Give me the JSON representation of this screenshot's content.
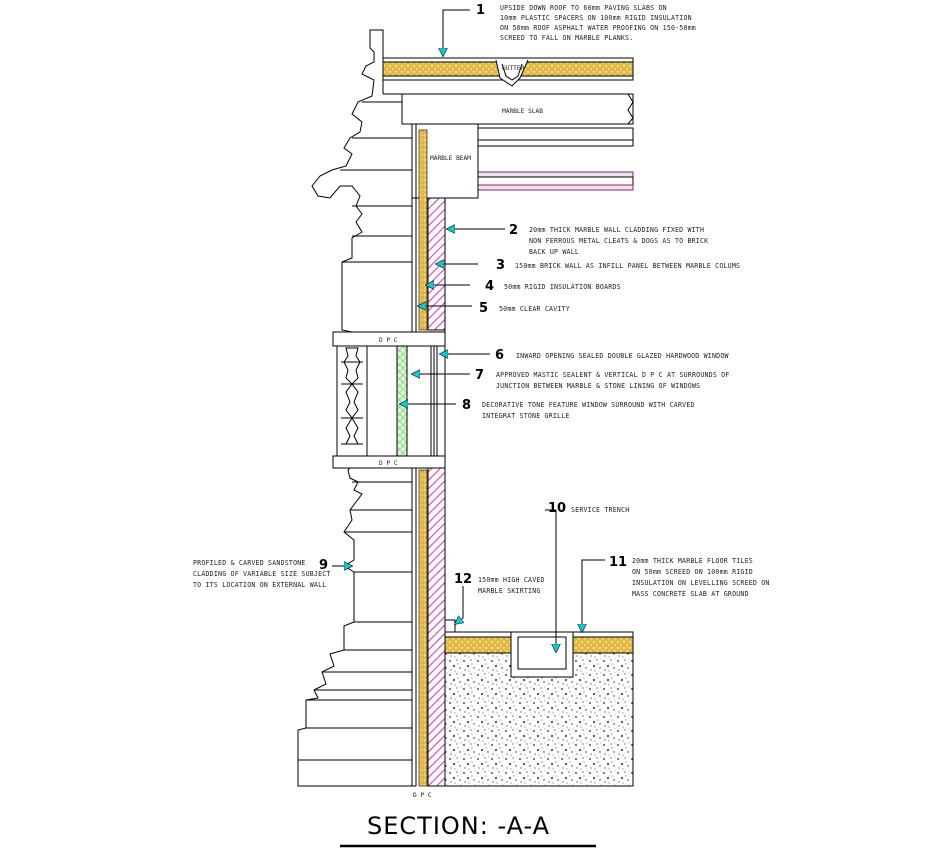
{
  "title": "SECTION: -A-A",
  "colors": {
    "accent_arrow": "#19c6cf",
    "insulation": "#f3cf63",
    "brick_hatch": "#d43fc4",
    "glazing": "#47c53c"
  },
  "callouts": [
    {
      "num": "1",
      "lines": [
        "UPSIDE DOWN ROOF TO 60mm PAVING SLABS ON",
        "10mm PLASTIC SPACERS ON 100mm RIGID INSULATION",
        "ON 50mm ROOF ASPHALT WATER PROOFING ON 150-50mm",
        "SCREED TO FALL ON MARBLE PLANKS."
      ]
    },
    {
      "num": "2",
      "lines": [
        "20mm THICK MARBLE WALL CLADDING  FIXED WITH",
        "NON FERROUS METAL CLEATS & DOGS AS TO BRICK",
        "BACK UP WALL"
      ]
    },
    {
      "num": "3",
      "lines": [
        "150mm BRICK WALL AS INFILL PANEL BETWEEN MARBLE COLUMS"
      ]
    },
    {
      "num": "4",
      "lines": [
        "50mm RIGID INSULATION BOARDS"
      ]
    },
    {
      "num": "5",
      "lines": [
        "50mm CLEAR CAVITY"
      ]
    },
    {
      "num": "6",
      "lines": [
        "INWARD OPENING SEALED DOUBLE GLAZED HARDWOOD WINDOW"
      ]
    },
    {
      "num": "7",
      "lines": [
        "APPROVED MASTIC SEALENT & VERTICAL D P C AT SURROUNDS OF",
        "JUNCTION BETWEEN MARBLE & STONE LINING OF WINDOWS"
      ]
    },
    {
      "num": "8",
      "lines": [
        "DECORATIVE TONE FEATURE WINDOW SURROUND WITH CARVED",
        "INTEGRAT STONE GRILLE"
      ]
    },
    {
      "num": "9",
      "lines": [
        "PROFILED & CARVED SANDSTONE",
        "CLADDING OF VARIABLE SIZE SUBJECT",
        "TO ITS LOCATION ON EXTERNAL WALL"
      ]
    },
    {
      "num": "10",
      "lines": [
        "SERVICE TRENCH"
      ]
    },
    {
      "num": "11",
      "lines": [
        "20mm THICK MARBLE FLOOR TILES",
        "ON 50mm SCREED ON 100mm RIGID",
        "INSULATION ON LEVELLING SCREED ON",
        "MASS CONCRETE SLAB AT GROUND"
      ]
    },
    {
      "num": "12",
      "lines": [
        "150mm HIGH CAVED",
        "MARBLE SKIRTING"
      ]
    }
  ],
  "labels": {
    "gutter": "GUTTER",
    "marble_slab": "MARBLE SLAB",
    "marble_beam": "MARBLE BEAM",
    "dpc": "D P C"
  }
}
